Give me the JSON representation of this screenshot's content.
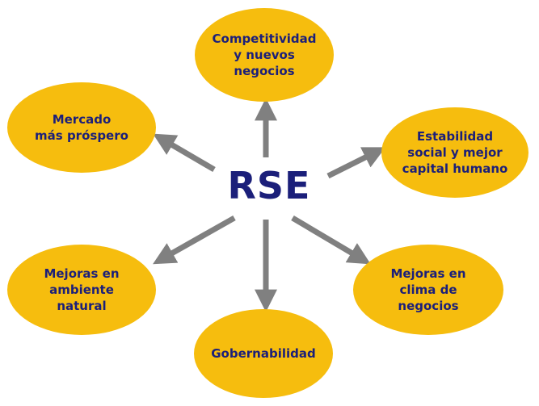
{
  "center": {
    "label": "RSE"
  },
  "nodes": {
    "top": {
      "label": "Competitividad\ny nuevos\nnegocios"
    },
    "ul": {
      "label": "Mercado\nmás próspero"
    },
    "ur": {
      "label": "Estabilidad\nsocial y mejor\ncapital humano"
    },
    "ll": {
      "label": "Mejoras en\nambiente\nnatural"
    },
    "lr": {
      "label": "Mejoras en\nclima de\nnegocios"
    },
    "bottom": {
      "label": "Gobernabilidad"
    }
  },
  "colors": {
    "node_fill": "#f6bd0e",
    "text": "#1b1f7a",
    "arrow": "#808080"
  }
}
